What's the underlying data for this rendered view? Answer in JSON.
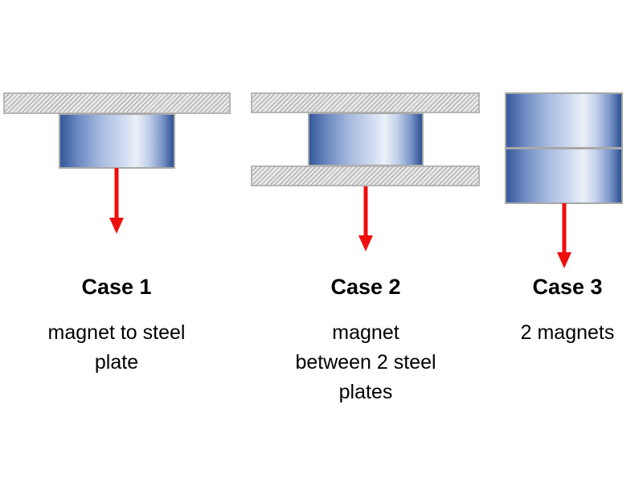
{
  "diagram": {
    "subject": "magnet pull-force comparison",
    "background_color": "#ffffff",
    "arrow_color": "#ee0e0e",
    "steel_plate_style": {
      "fill": "#e7e7e7",
      "hatch_line_color": "#a3a3a3",
      "border_color": "#b6b6b6",
      "pattern": "diagonal-hatch"
    },
    "magnet_style": {
      "gradient_left": "#34599c",
      "gradient_highlight": "#ebf0f9",
      "gradient_right": "#2d5193",
      "border_color": "#a8a8a8"
    },
    "cases": [
      {
        "id": "case-1",
        "title": "Case 1",
        "description": "magnet to steel\nplate",
        "components": [
          "steel plate",
          "magnet"
        ],
        "force_arrow_direction": "down"
      },
      {
        "id": "case-2",
        "title": "Case 2",
        "description": "magnet\nbetween 2 steel\nplates",
        "components": [
          "steel plate",
          "magnet",
          "steel plate"
        ],
        "force_arrow_direction": "down"
      },
      {
        "id": "case-3",
        "title": "Case 3",
        "description": "2 magnets",
        "components": [
          "magnet",
          "magnet"
        ],
        "force_arrow_direction": "down"
      }
    ]
  }
}
